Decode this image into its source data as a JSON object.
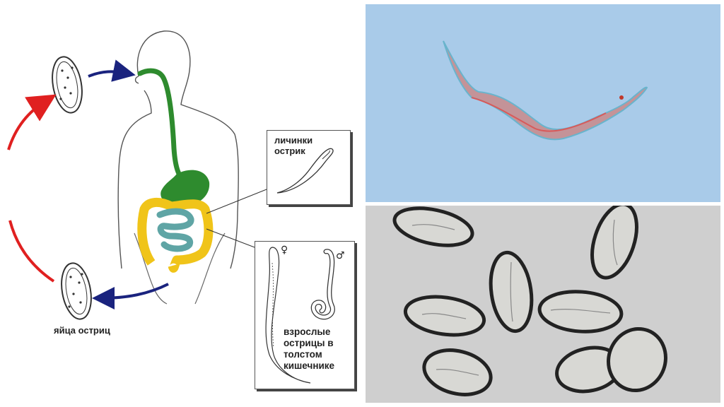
{
  "diagram": {
    "larvae_label": "личинки острик",
    "adults_label": "взрослые острицы в толстом кишечнике",
    "eggs_label": "яйца остриц",
    "female_symbol": "♀",
    "male_symbol": "♂"
  },
  "colors": {
    "cycle_arrow": "#e02020",
    "transfer_arrow": "#1a237e",
    "digestive_upper": "#2e8b2e",
    "small_intestine": "#5fa5a5",
    "large_intestine": "#f0c419",
    "worm_photo_bg": "#a9cbe9",
    "eggs_photo_bg": "#cfcfcf"
  }
}
